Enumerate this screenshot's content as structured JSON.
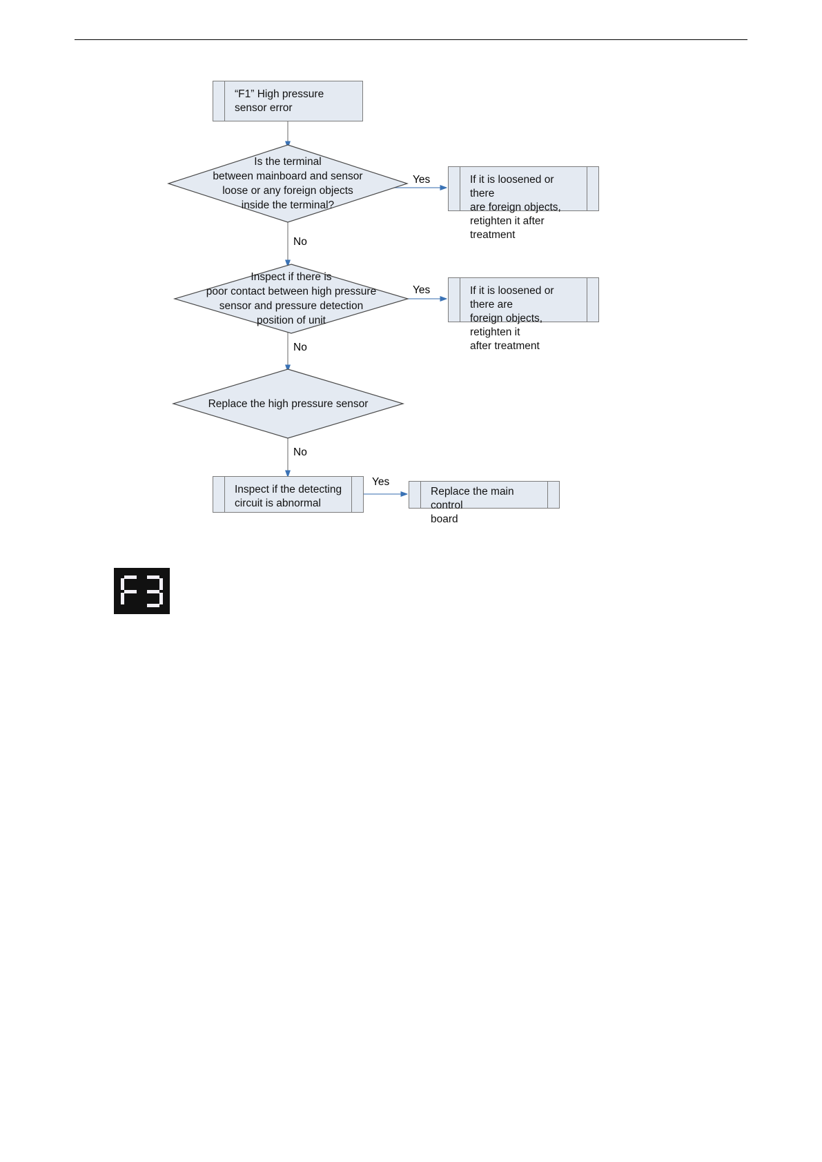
{
  "page": {
    "header_rule": true
  },
  "flowchart": {
    "title": "\"F1\" High pressure sensor error troubleshooting",
    "nodes": [
      {
        "id": "start",
        "type": "process",
        "name": "node-f1-high-pressure-sensor-error",
        "text": "“F1” High pressure\nsensor error"
      },
      {
        "id": "d1",
        "type": "decision",
        "name": "node-terminal-loose-check",
        "text": "Is the terminal\nbetween mainboard and sensor\nloose or any foreign objects\ninside the terminal?"
      },
      {
        "id": "a1",
        "type": "process",
        "name": "node-retighten-terminal",
        "text": "If it is loosened or there\nare foreign objects,\nretighten it after treatment"
      },
      {
        "id": "d2",
        "type": "decision",
        "name": "node-poor-contact-check",
        "text": "Inspect if there is\npoor contact between high pressure\nsensor and pressure detection\nposition of unit"
      },
      {
        "id": "a2",
        "type": "process",
        "name": "node-retighten-sensor",
        "text": "If it is loosened or there are\nforeign objects, retighten it\nafter treatment"
      },
      {
        "id": "d3",
        "type": "decision",
        "name": "node-replace-high-pressure-sensor",
        "text": "Replace the high pressure sensor"
      },
      {
        "id": "d4",
        "type": "process",
        "name": "node-detecting-circuit-check",
        "text": "Inspect if the detecting\ncircuit is abnormal"
      },
      {
        "id": "a3",
        "type": "process",
        "name": "node-replace-main-control-board",
        "text": "Replace the main control\nboard"
      }
    ],
    "edges": [
      {
        "id": "e1",
        "name": "edge-start-to-d1",
        "label": ""
      },
      {
        "id": "e2",
        "name": "edge-d1-yes",
        "label": "Yes"
      },
      {
        "id": "e3",
        "name": "edge-d1-no",
        "label": "No"
      },
      {
        "id": "e4",
        "name": "edge-d2-yes",
        "label": "Yes"
      },
      {
        "id": "e5",
        "name": "edge-d2-no",
        "label": "No"
      },
      {
        "id": "e6",
        "name": "edge-d3-no",
        "label": "No"
      },
      {
        "id": "e7",
        "name": "edge-d4-yes",
        "label": "Yes"
      }
    ],
    "colors": {
      "node_fill": "#e4eaf2",
      "node_stroke": "#7b7b7b",
      "diamond_stroke": "#4a4a4a",
      "arrow": "#3a72b5",
      "connector": "#8a8a8a"
    }
  },
  "led_display": {
    "name": "error-code-display",
    "code": "F3",
    "digits": [
      {
        "char": "F",
        "segments": [
          "a",
          "f",
          "e",
          "g"
        ]
      },
      {
        "char": "3",
        "segments": [
          "a",
          "b",
          "g",
          "c",
          "d"
        ]
      }
    ],
    "background": "#111111",
    "segment_color": "#f2f0f6"
  }
}
